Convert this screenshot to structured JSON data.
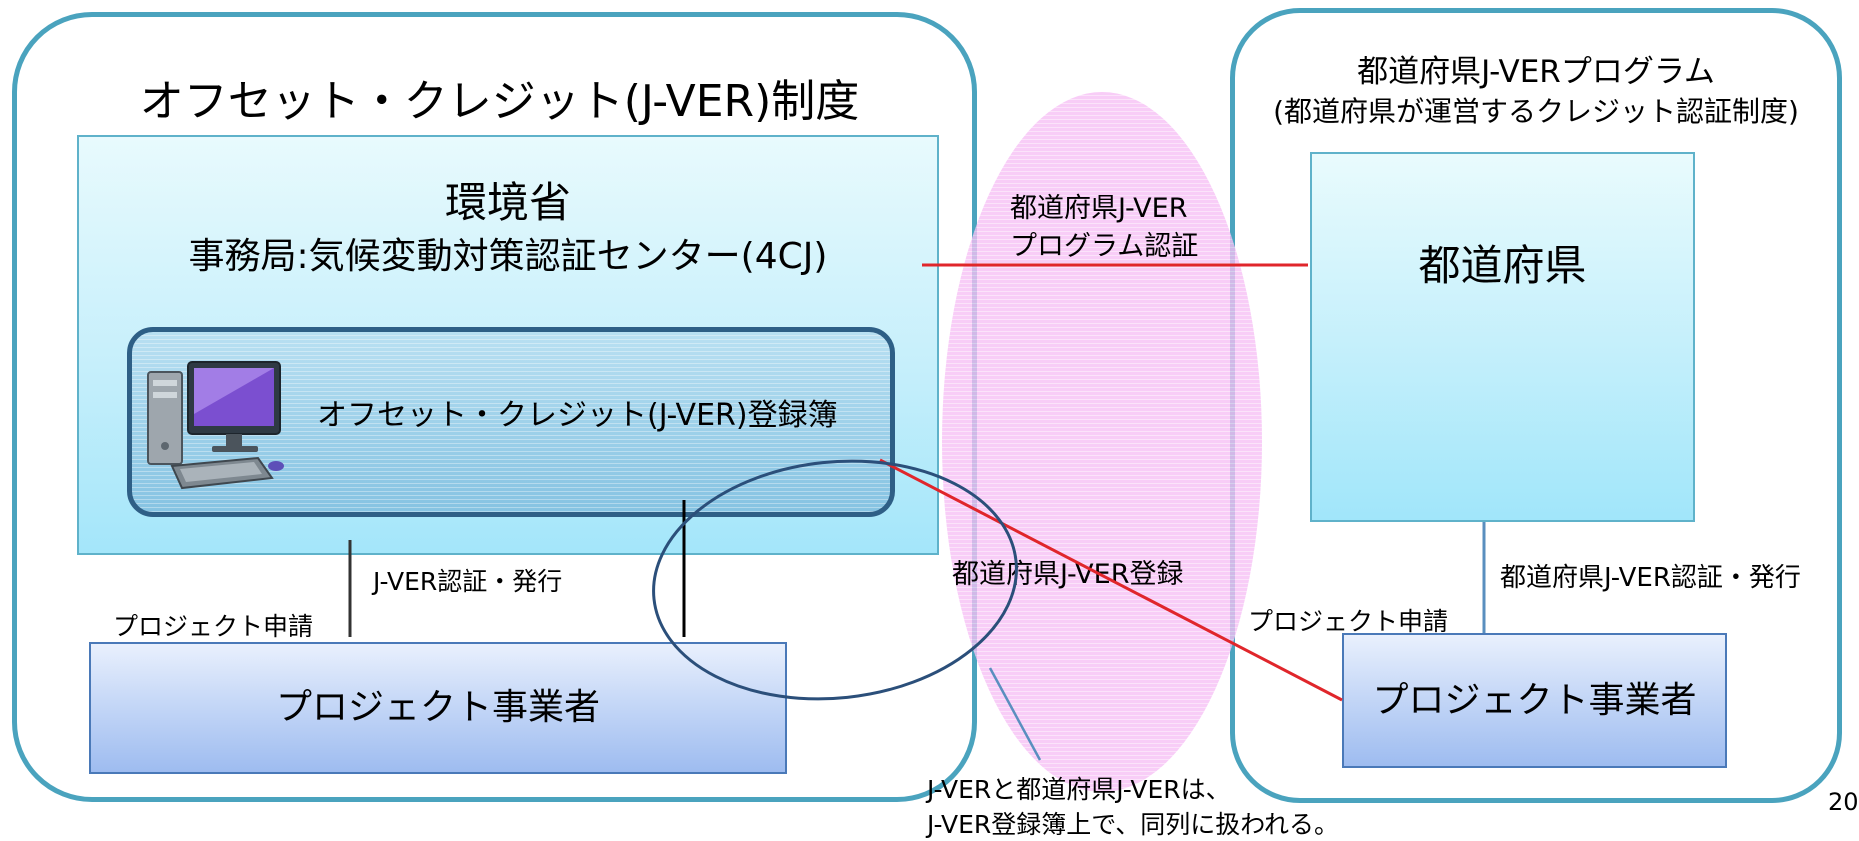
{
  "left_program": {
    "title": "オフセット・クレジット(J-VER)制度",
    "moe": {
      "title": "環境省",
      "subtitle": "事務局:気候変動対策認証センター(4CJ)"
    },
    "registry_label": "オフセット・クレジット(J-VER)登録簿",
    "certification_label": "J-VER認証・発行",
    "apply_label": "プロジェクト申請",
    "project_operator": "プロジェクト事業者"
  },
  "middle": {
    "program_cert_line1": "都道府県J-VER",
    "program_cert_line2": "プログラム認証",
    "registration_label": "都道府県J-VER登録",
    "note_line1": "J-VERと都道府県J-VERは、",
    "note_line2": "J-VER登録簿上で、同列に扱われる。"
  },
  "right_program": {
    "title": "都道府県J-VERプログラム",
    "subtitle": "(都道府県が運営するクレジット認証制度)",
    "prefecture": "都道府県",
    "certification_label": "都道府県J-VER認証・発行",
    "apply_label": "プロジェクト申請",
    "project_operator": "プロジェクト事業者"
  },
  "page_number": "20",
  "colors": {
    "panel_border": "#4aa3be",
    "moe_fill": "#c6effb",
    "registry_border": "#2e5f86",
    "project_fill": "#c6d8f7",
    "pink_ellipse": "#f7bff5",
    "red_line": "#e0262b",
    "navy_ellipse": "#2b4f7a"
  },
  "icons": [
    "computer-icon"
  ]
}
